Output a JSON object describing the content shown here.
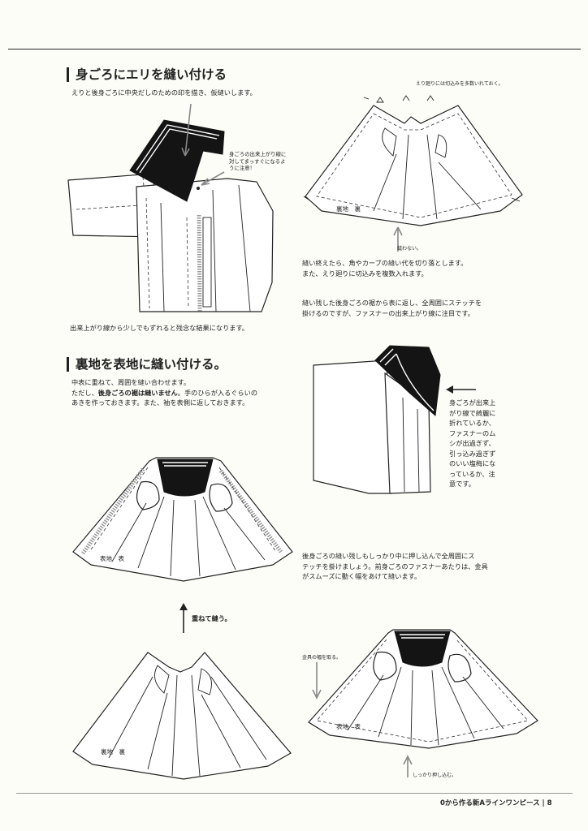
{
  "section1": {
    "heading": "身ごろにエリを縫い付ける",
    "intro": "えりと後身ごろに中央だしのための印を描き、仮縫いします。",
    "note_collar": [
      "身ごろの出来上がり線に",
      "対してまっすぐになるよ",
      "うに注意！"
    ],
    "caption_left": "出来上がり線から少しでもずれると残念な結果になります。",
    "note_notch": "えり廻りには切込みを多数いれておく。",
    "label_lining_back": "裏地　裏",
    "note_no_sew": "縫わない。",
    "para_trim": [
      "縫い終えたら、角やカーブの縫い代を切り落とします。",
      "また、えり廻りに切込みを複数入れます。"
    ],
    "para_stitch": [
      "縫い残した後身ごろの裾から表に返し、全周囲にステッチを",
      "掛けるのですが、ファスナーの出来上がり線に注目です。"
    ]
  },
  "section2": {
    "heading": "裏地を表地に縫い付ける。",
    "intro_lines": [
      "中表に重ねて、周囲を縫い合わせます。"
    ],
    "intro_line2_pre": "ただし、",
    "intro_line2_bold": "後身ごろの裾は縫いません",
    "intro_line2_post": "。手のひらが入るぐらいの",
    "intro_line3": "あきを作っておきます。また、袖を表側に返しておきます。",
    "label_outer_front": "表地　表",
    "label_overlap": "重ねて縫う。",
    "label_lining_back": "裏地　裏",
    "note_side": [
      "身ごろが出来上",
      "がり線で綺麗に",
      "折れているか、",
      "ファスナーのム",
      "シが出過ぎず、",
      "引っ込み過ぎず",
      "のいい塩梅にな",
      "っているか、注",
      "意です。"
    ],
    "para_push": [
      "後身ごろの縫い残しもしっかり中に押し込んで全周囲にス",
      "テッチを掛けましょう。前身ごろのファスナーあたりは、金具",
      "がスムーズに動く幅をあけて縫います。"
    ],
    "note_metal": "金具の幅を取る。",
    "label_outer_front2": "表地　表",
    "note_push_in": "しっかり押し込む。"
  },
  "footer": {
    "title": "0から作る新Aラインワンピース",
    "separator": "|",
    "page": "8"
  }
}
